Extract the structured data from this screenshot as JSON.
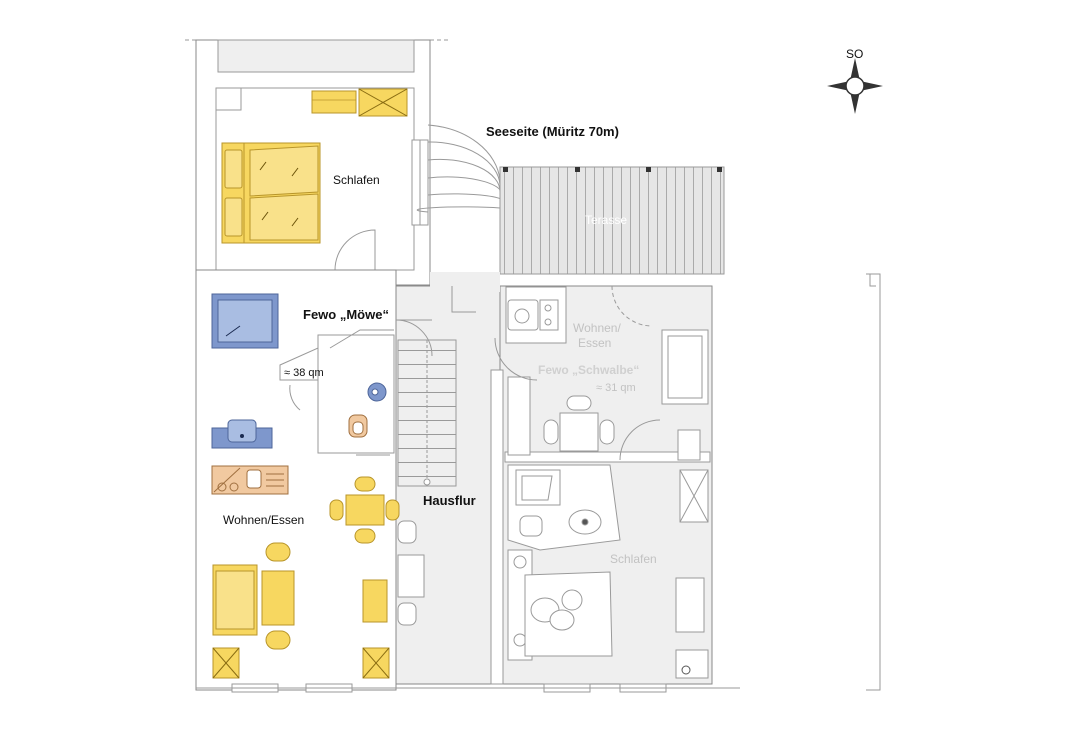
{
  "compass": {
    "label": "SO"
  },
  "labels": {
    "seeseite": "Seeseite (Müritz 70m)",
    "terasse": "Terasse",
    "schlafen_top": "Schlafen",
    "fewo_moewe": "Fewo „Möwe“",
    "moewe_area": "≈ 38 qm",
    "wohnen_essen_left": "Wohnen/Essen",
    "hausflur": "Hausflur",
    "wohnen_right_1": "Wohnen/",
    "wohnen_right_2": "Essen",
    "fewo_schwalbe": "Fewo „Schwalbe“",
    "schwalbe_area": "≈ 31 qm",
    "schlafen_right": "Schlafen"
  },
  "colors": {
    "furniture_yellow": "#f7d760",
    "furniture_yellow_stroke": "#b8952a",
    "bath_blue": "#7e97cc",
    "kitchen_orange": "#f1c9a0",
    "floor_gray": "#efefef",
    "terrace_gray": "#e6e6e6",
    "wall": "#ffffff",
    "wall_stroke": "#8a8a8a"
  }
}
